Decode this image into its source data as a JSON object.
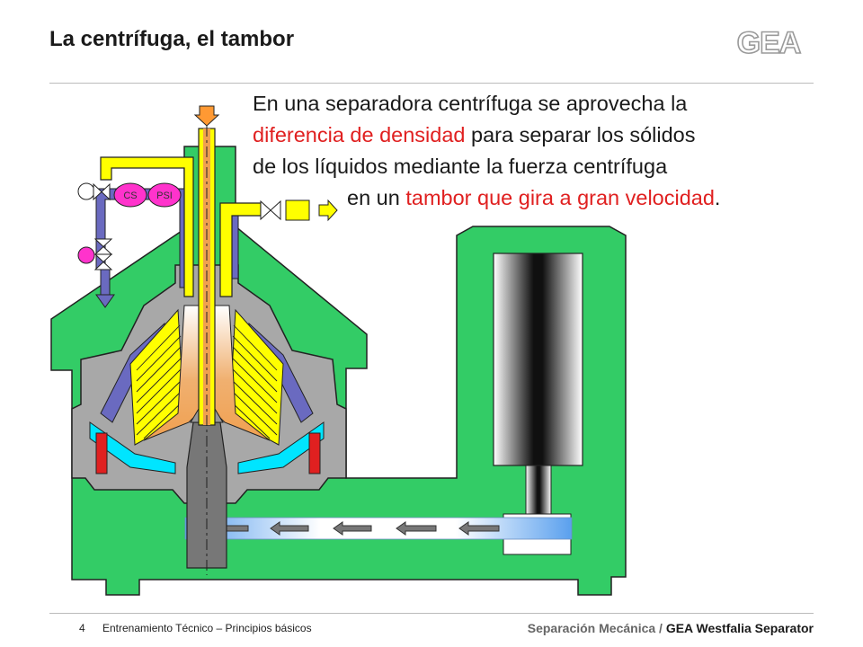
{
  "slide": {
    "title": "La centrífuga, el tambor",
    "logo_text": "GEA"
  },
  "description": {
    "line1": "En una separadora centrífuga se aprovecha la",
    "line2_red": "diferencia de densidad",
    "line2_rest": " para separar los sólidos",
    "line3": "de los líquidos mediante la fuerza centrífuga",
    "line4_pre": "en un ",
    "line4_red": "tambor que gira a gran velocidad",
    "line4_post": "."
  },
  "diagram": {
    "labels": {
      "cs": "CS",
      "psi": "PSI"
    },
    "colors": {
      "housing": "#33cc66",
      "pipes": "#ffff00",
      "bowl": "#a0a0a0",
      "discs": "#ffff00",
      "product": "#f0a860",
      "seals": "#e02020",
      "liquid": "#00e5ff",
      "sensor": "#ff33cc",
      "arrows": "#ff9933"
    }
  },
  "footer": {
    "page_number": "4",
    "left_text": "Entrenamiento Técnico – Principios básicos",
    "right_grey": "Separación Mecánica / ",
    "right_dark": "GEA Westfalia Separator"
  }
}
